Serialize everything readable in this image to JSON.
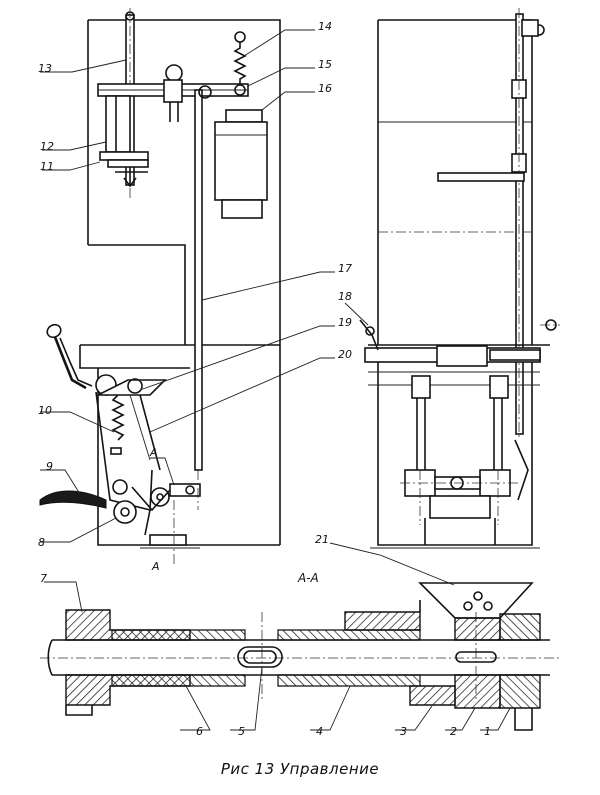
{
  "caption": "Рис 13 Управление",
  "section_label": "A-A",
  "view_marker": "A",
  "arrow_marker": "A",
  "callouts": [
    "1",
    "2",
    "3",
    "4",
    "5",
    "6",
    "7",
    "8",
    "9",
    "10",
    "11",
    "12",
    "13",
    "14",
    "15",
    "16",
    "17",
    "18",
    "19",
    "20",
    "21"
  ]
}
